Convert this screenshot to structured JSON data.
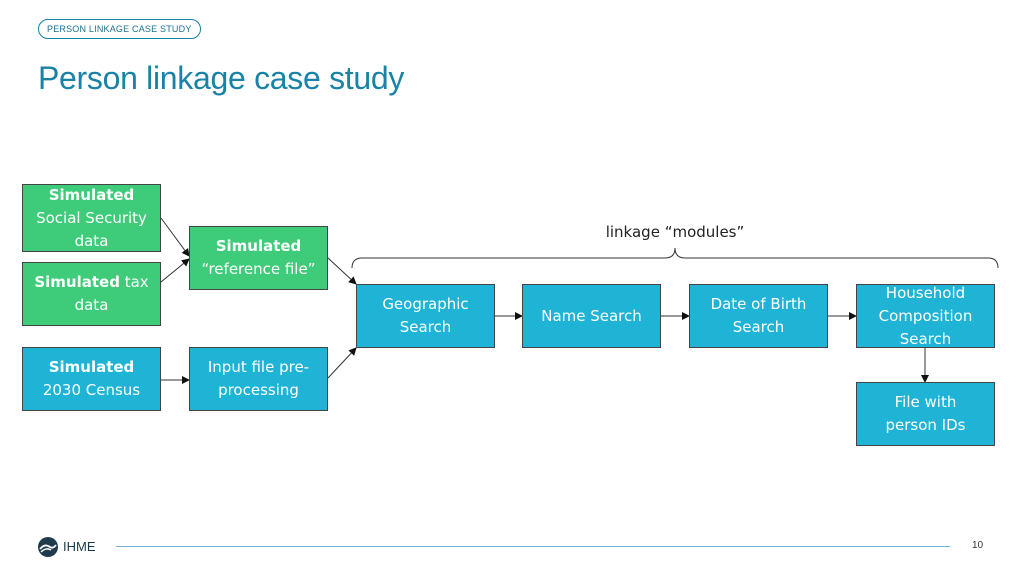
{
  "header": {
    "tag": "PERSON LINKAGE CASE STUDY",
    "title": "Person linkage case study"
  },
  "diagram": {
    "ssa": {
      "bold": "Simulated",
      "rest1": "Social Security",
      "rest2": "data"
    },
    "tax": {
      "bold": "Simulated",
      "rest1": " tax",
      "rest2": "data"
    },
    "census": {
      "bold": "Simulated",
      "rest1": "2030 Census"
    },
    "reference": {
      "bold": "Simulated",
      "rest1": "“reference file”"
    },
    "preprocess": {
      "line1": "Input file pre-",
      "line2": "processing"
    },
    "modules_label": "linkage “modules”",
    "geo": {
      "line1": "Geographic",
      "line2": "Search"
    },
    "name": {
      "line1": "Name Search"
    },
    "dob": {
      "line1": "Date of Birth",
      "line2": "Search"
    },
    "household": {
      "line1": "Household",
      "line2": "Composition",
      "line3": "Search"
    },
    "output": {
      "line1": "File with",
      "line2": "person IDs"
    }
  },
  "footer": {
    "logo_text": "IHME",
    "page_number": "10"
  },
  "colors": {
    "green_box": "#3fcc7a",
    "blue_box": "#1fb4d6",
    "title": "#1a82a6"
  }
}
